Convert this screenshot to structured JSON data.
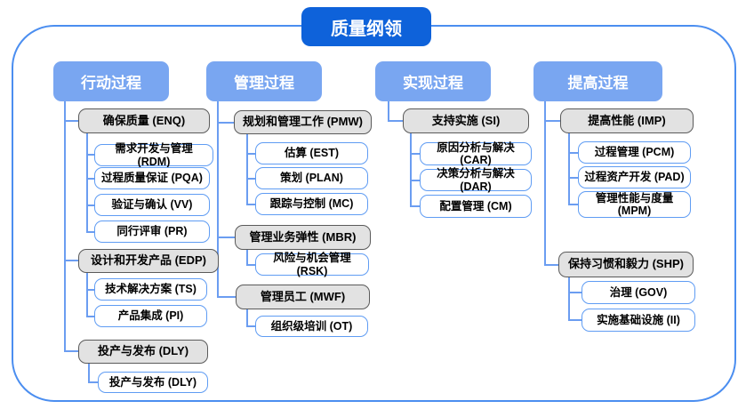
{
  "title": "质量纲领",
  "colors": {
    "title_bg": "#0e62da",
    "header_bg": "#79a6f1",
    "connector_line": "#6b9df1",
    "container_border": "#4b8ef0",
    "group_fill": "#e2e2e2",
    "group_border": "#5a5a5a",
    "leaf_border": "#5f9cf3"
  },
  "columns": [
    {
      "header": "行动过程",
      "groups": [
        {
          "label": "确保质量 (ENQ)",
          "children": [
            "需求开发与管理 (RDM)",
            "过程质量保证 (PQA)",
            "验证与确认 (VV)",
            "同行评审 (PR)"
          ]
        },
        {
          "label": "设计和开发产品 (EDP)",
          "children": [
            "技术解决方案 (TS)",
            "产品集成 (PI)"
          ]
        },
        {
          "label": "投产与发布 (DLY)",
          "children": [
            "投产与发布 (DLY)"
          ]
        }
      ]
    },
    {
      "header": "管理过程",
      "groups": [
        {
          "label": "规划和管理工作 (PMW)",
          "children": [
            "估算 (EST)",
            "策划 (PLAN)",
            "跟踪与控制 (MC)"
          ]
        },
        {
          "label": "管理业务弹性 (MBR)",
          "children": [
            "风险与机会管理 (RSK)"
          ]
        },
        {
          "label": "管理员工 (MWF)",
          "children": [
            "组织级培训 (OT)"
          ]
        }
      ]
    },
    {
      "header": "实现过程",
      "groups": [
        {
          "label": "支持实施 (SI)",
          "children": [
            "原因分析与解决 (CAR)",
            "决策分析与解决 (DAR)",
            "配置管理 (CM)"
          ]
        }
      ]
    },
    {
      "header": "提高过程",
      "groups": [
        {
          "label": "提高性能 (IMP)",
          "children": [
            "过程管理 (PCM)",
            "过程资产开发 (PAD)",
            "管理性能与度量 (MPM)"
          ]
        },
        {
          "label": "保持习惯和毅力 (SHP)",
          "children": [
            "治理 (GOV)",
            "实施基础设施 (II)"
          ]
        }
      ]
    }
  ]
}
